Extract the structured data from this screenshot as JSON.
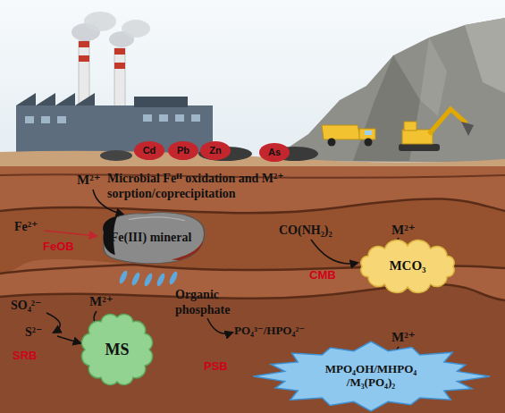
{
  "diagram": {
    "nodes": [
      {
        "text": [
          "Cd"
        ]
      },
      {
        "text": [
          "Pb"
        ]
      },
      {
        "text": [
          "Zn"
        ]
      },
      {
        "text": [
          "As"
        ]
      },
      {
        "text": [
          "Fe(III) mineral"
        ]
      },
      {
        "text": [
          "MCO₃"
        ]
      },
      {
        "text": [
          "MS"
        ]
      },
      {
        "text": [
          "MPO₄OH/MHPO₄ /M₃(PO₄)₂"
        ]
      }
    ],
    "labels": [
      "M²⁺",
      "Microbial Feᴵᴵ oxidation and M²⁺ sorption/coprecipitation",
      "Fe²⁺",
      "FeOB",
      "CO(NH₂)₂",
      "M²⁺",
      "CMB",
      "SO₄²⁻",
      "S²⁻",
      "SRB",
      "M²⁺",
      "Organic phosphate",
      "PO₄³⁻/HPO₄²⁻",
      "PSB",
      "M²⁺"
    ]
  }
}
